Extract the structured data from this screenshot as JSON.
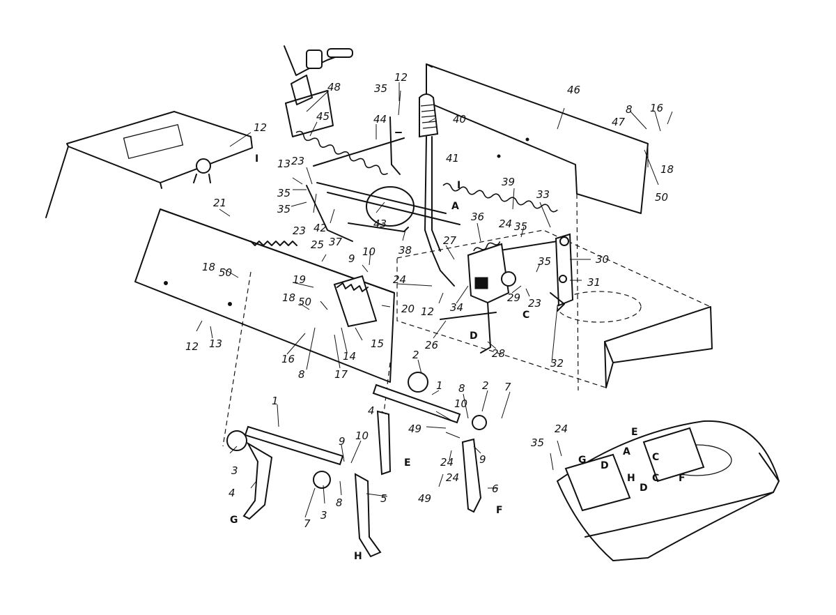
{
  "callouts": [
    {
      "text": "48"
    },
    {
      "text": "45"
    },
    {
      "text": "44"
    },
    {
      "text": "35"
    },
    {
      "text": "12"
    },
    {
      "text": "40"
    },
    {
      "text": "41"
    },
    {
      "text": "46"
    },
    {
      "text": "8"
    },
    {
      "text": "16"
    },
    {
      "text": "47"
    },
    {
      "text": "18"
    },
    {
      "text": "50"
    },
    {
      "text": "12"
    },
    {
      "text": "13"
    },
    {
      "text": "23"
    },
    {
      "text": "35"
    },
    {
      "text": "35"
    },
    {
      "text": "23"
    },
    {
      "text": "42"
    },
    {
      "text": "37"
    },
    {
      "text": "43"
    },
    {
      "text": "38"
    },
    {
      "text": "39"
    },
    {
      "text": "33"
    },
    {
      "text": "36"
    },
    {
      "text": "24"
    },
    {
      "text": "35"
    },
    {
      "text": "21"
    },
    {
      "text": "25"
    },
    {
      "text": "10"
    },
    {
      "text": "9"
    },
    {
      "text": "27"
    },
    {
      "text": "30"
    },
    {
      "text": "35"
    },
    {
      "text": "18"
    },
    {
      "text": "50"
    },
    {
      "text": "19"
    },
    {
      "text": "24"
    },
    {
      "text": "12"
    },
    {
      "text": "34"
    },
    {
      "text": "29"
    },
    {
      "text": "23"
    },
    {
      "text": "31"
    },
    {
      "text": "20"
    },
    {
      "text": "18"
    },
    {
      "text": "50"
    },
    {
      "text": "15"
    },
    {
      "text": "26"
    },
    {
      "text": "28"
    },
    {
      "text": "32"
    },
    {
      "text": "12"
    },
    {
      "text": "13"
    },
    {
      "text": "16"
    },
    {
      "text": "8"
    },
    {
      "text": "17"
    },
    {
      "text": "14"
    },
    {
      "text": "2"
    },
    {
      "text": "1"
    },
    {
      "text": "8"
    },
    {
      "text": "2"
    },
    {
      "text": "7"
    },
    {
      "text": "4"
    },
    {
      "text": "10"
    },
    {
      "text": "49"
    },
    {
      "text": "1"
    },
    {
      "text": "9"
    },
    {
      "text": "10"
    },
    {
      "text": "24"
    },
    {
      "text": "9"
    },
    {
      "text": "24"
    },
    {
      "text": "3"
    },
    {
      "text": "49"
    },
    {
      "text": "6"
    },
    {
      "text": "4"
    },
    {
      "text": "8"
    },
    {
      "text": "7"
    },
    {
      "text": "3"
    },
    {
      "text": "5"
    },
    {
      "text": "35"
    },
    {
      "text": "24"
    }
  ],
  "reference_letters": [
    {
      "text": "I"
    },
    {
      "text": "I"
    },
    {
      "text": "A"
    },
    {
      "text": "C"
    },
    {
      "text": "D"
    },
    {
      "text": "E"
    },
    {
      "text": "F"
    },
    {
      "text": "G"
    },
    {
      "text": "H"
    },
    {
      "text": "E"
    },
    {
      "text": "A"
    },
    {
      "text": "C"
    },
    {
      "text": "G"
    },
    {
      "text": "D"
    },
    {
      "text": "H"
    },
    {
      "text": "D"
    },
    {
      "text": "C"
    },
    {
      "text": "F"
    }
  ]
}
